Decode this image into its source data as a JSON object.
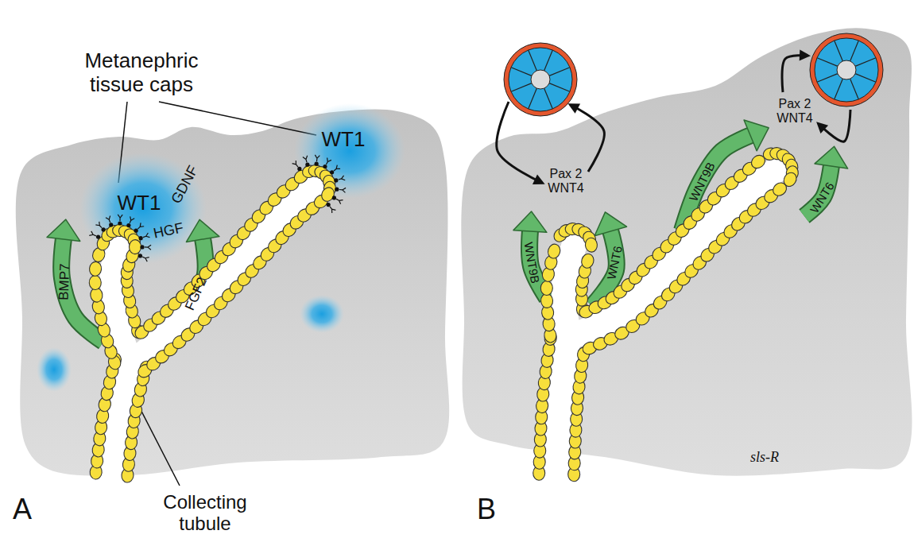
{
  "diagram": {
    "nodes": [
      {
        "text": [
          "WT1"
        ]
      },
      {
        "text": [
          "WT1"
        ]
      }
    ],
    "labels": [
      "Metanephric tissue caps",
      "GDNF",
      "HGF",
      "FGF2",
      "BMP7",
      "Collecting tubule",
      "A",
      "Pax 2 WNT4",
      "WNT9B",
      "WNT6",
      "Pax 2 WNT4",
      "WNT9B",
      "WNT6",
      "B",
      "sls-R"
    ]
  }
}
